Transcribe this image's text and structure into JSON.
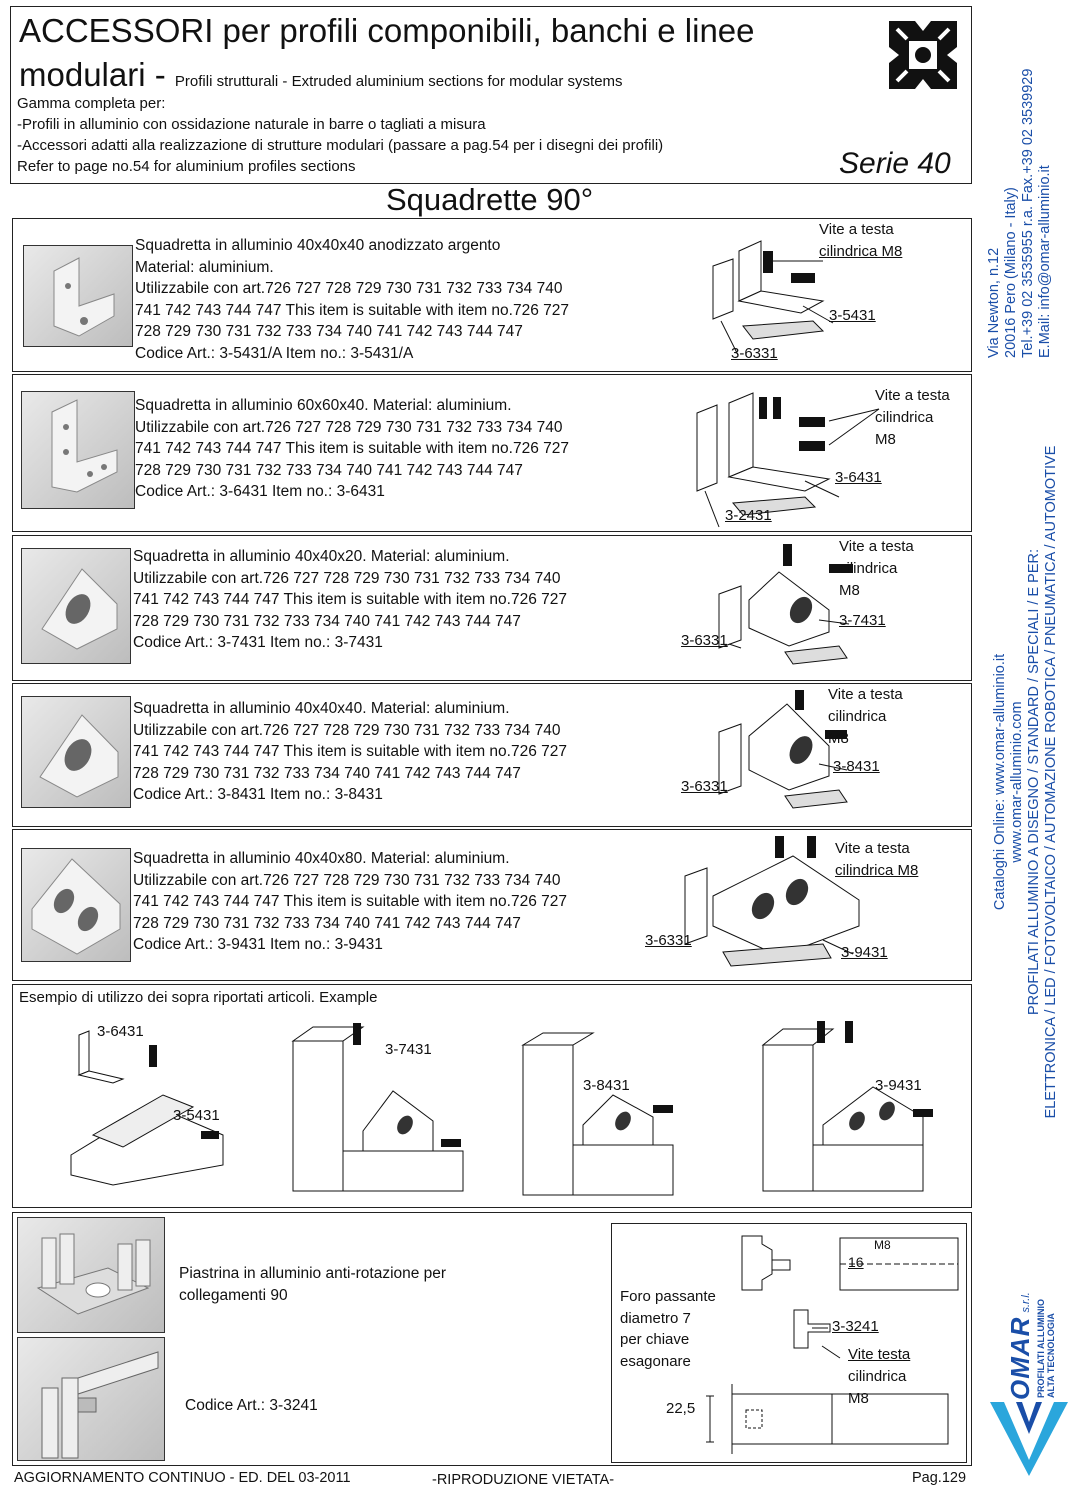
{
  "header": {
    "title_line1": "ACCESSORI per profili componibili, banchi e linee",
    "title_line2": "modulari -",
    "subtitle": "Profili strutturali - Extruded aluminium sections for modular systems",
    "lines": [
      "Gamma completa per:",
      "-Profili in alluminio con ossidazione naturale in barre o tagliati a misura",
      "-Accessori adatti alla realizzazione di strutture modulari (passare a pag.54 per i disegni dei profili)",
      "Refer to page no.54 for aluminium profiles sections"
    ],
    "serie": "Serie 40"
  },
  "section_title": "Squadrette 90°",
  "products": [
    {
      "lines": [
        "Squadretta in alluminio 40x40x40 anodizzato argento",
        "Material: aluminium.",
        "Utilizzabile con art.726 727 728 729 730 731 732 733 734 740",
        "741 742 743 744 747 This item is suitable with item no.726 727",
        "728 729 730 731 732 733 734 740 741 742 743 744 747",
        "Codice Art.: 3-5431/A  Item no.: 3-5431/A"
      ],
      "labels": [
        "Vite a testa",
        "cilindrica M8",
        "3-5431",
        "3-6331"
      ]
    },
    {
      "lines": [
        "Squadretta in alluminio 60x60x40. Material: aluminium.",
        "Utilizzabile con art.726 727 728 729 730 731 732 733 734 740",
        "741 742 743 744 747 This item is suitable with item no.726 727",
        "728 729 730 731 732 733 734 740 741 742 743 744 747",
        "Codice Art.: 3-6431 Item no.: 3-6431"
      ],
      "labels": [
        "Vite a testa",
        "cilindrica",
        "M8",
        "3-6431",
        "3-2431"
      ]
    },
    {
      "lines": [
        "Squadretta in alluminio 40x40x20. Material: aluminium.",
        "Utilizzabile con art.726 727 728 729 730 731 732 733 734 740",
        "741 742 743 744 747 This item is suitable with item no.726 727",
        "728 729 730 731 732 733 734 740 741 742 743 744 747",
        "Codice Art.: 3-7431 Item no.: 3-7431"
      ],
      "labels": [
        "Vite a testa",
        "cilindrica",
        "M8",
        "3-7431",
        "3-6331"
      ]
    },
    {
      "lines": [
        "Squadretta in alluminio 40x40x40. Material: aluminium.",
        "Utilizzabile con art.726 727 728 729 730 731 732 733 734 740",
        "741 742 743 744 747 This item is suitable with item no.726 727",
        "728 729 730 731 732 733 734 740 741 742 743 744 747",
        "Codice Art.: 3-8431 Item no.: 3-8431"
      ],
      "labels": [
        "Vite a testa",
        "cilindrica",
        "M8",
        "3-8431",
        "3-6331"
      ]
    },
    {
      "lines": [
        "Squadretta in alluminio 40x40x80. Material: aluminium.",
        "Utilizzabile con art.726 727 728 729 730 731 732 733 734 740",
        "741 742 743 744 747 This item is suitable with item no.726 727",
        "728 729 730 731 732 733 734 740 741 742 743 744 747",
        "Codice Art.: 3-9431 Item no.: 3-9431"
      ],
      "labels": [
        "Vite a testa",
        "cilindrica M8",
        "3-6331",
        "3-9431"
      ]
    }
  ],
  "example": {
    "title": "Esempio di utilizzo dei sopra riportati articoli. Example",
    "labels": [
      "3-6431",
      "3-5431",
      "3-7431",
      "3-8431",
      "3-9431"
    ]
  },
  "plate": {
    "desc_line1": "Piastrina in alluminio anti-rotazione per",
    "desc_line2": "collegamenti 90",
    "code": "Codice Art.: 3-3241",
    "foro_lines": [
      "Foro passante",
      "diametro 7",
      "per chiave",
      "esagonare"
    ],
    "labels": [
      "M8",
      "16",
      "3-3241",
      "Vite testa",
      "cilindrica",
      "M8",
      "22,5"
    ]
  },
  "footer": {
    "left": "AGGIORNAMENTO CONTINUO - ED. DEL 03-2011",
    "center": "-RIPRODUZIONE VIETATA-",
    "right": "Pag.129"
  },
  "sidebar": {
    "address": [
      "Via Newton, n.12",
      "20016 Pero (Milano - Italy)",
      "Tel.+39 02 3535955 r.a. Fax.+39 02 3539929",
      "E.Mail: info@omar-alluminio.it"
    ],
    "catalog": [
      "Cataloghi Online: www.omar-alluminio.it",
      "www.omar-alluminio.com",
      "PROFILATI ALLUMINIO A DISEGNO / STANDARD / SPECIALI / E PER:",
      "ELETTRONICA / LED / FOTOVOLTAICO / AUTOMAZIONE ROBOTICA / PNEUMATICA / AUTOMOTIVE"
    ],
    "logo_name": "OMAR",
    "logo_suffix": "s.r.l.",
    "logo_tag1": "PROFILATI ALLUMINIO",
    "logo_tag2": "ALTA TECNOLOGIA"
  },
  "colors": {
    "brand_blue": "#1a4ea8",
    "logo_cyan": "#2aa6dc"
  }
}
